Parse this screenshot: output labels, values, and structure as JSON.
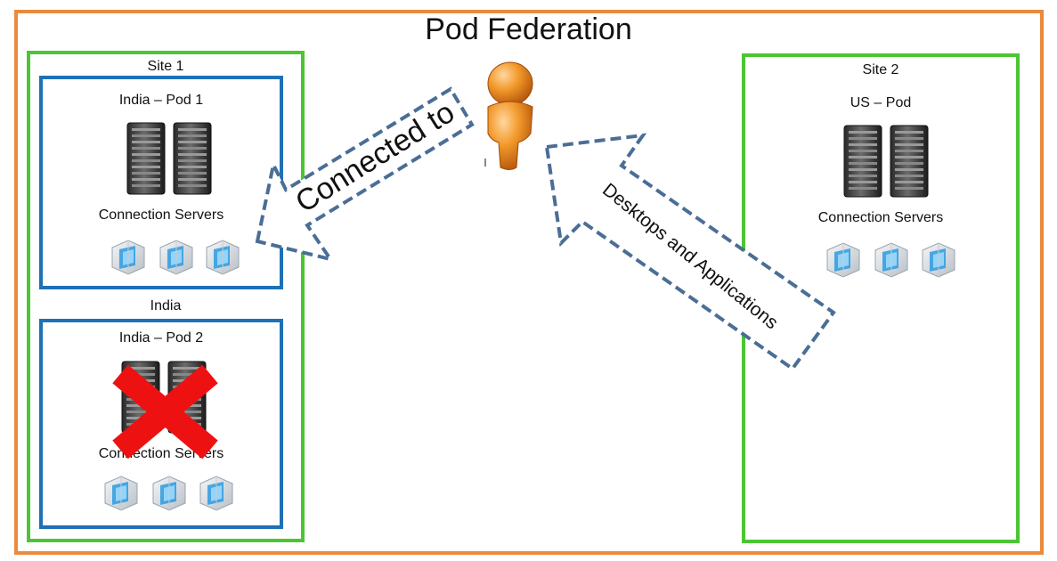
{
  "title": "Pod Federation",
  "site1": {
    "label": "Site 1",
    "pod1": {
      "label": "India – Pod 1",
      "servers_label": "Connection Servers"
    },
    "region_label": "India",
    "pod2": {
      "label": "India – Pod 2",
      "servers_label": "Connection Servers",
      "status": "failed"
    }
  },
  "site2": {
    "label": "Site 2",
    "pod": {
      "label": "US – Pod",
      "servers_label": "Connection Servers"
    }
  },
  "arrows": {
    "connected": "Connected to",
    "desktops": "Desktops and Applications"
  },
  "icons": [
    "server-rack-icon",
    "virtual-desktop-icon",
    "user-icon",
    "failure-x-icon"
  ],
  "colors": {
    "frame": "#ea8a3c",
    "site": "#4cc532",
    "pod": "#1f70b6",
    "arrow": "#4a6e96",
    "failure": "#ee1111",
    "user": "#f08a1c"
  }
}
